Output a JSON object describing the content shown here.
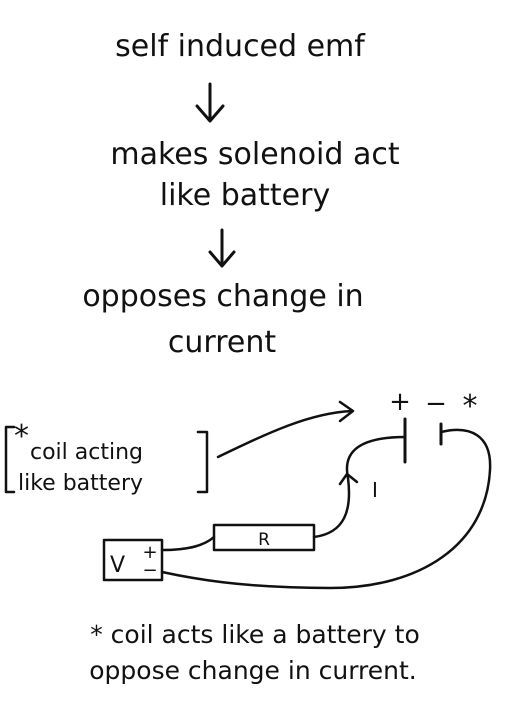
{
  "flow": {
    "step1": "self induced emf",
    "step2_line1": "makes solenoid act",
    "step2_line2": "like battery",
    "step3_line1": "opposes change in",
    "step3_line2": "current"
  },
  "circuit": {
    "callout_star": "*",
    "callout_line1": "coil acting",
    "callout_line2": "like battery",
    "battery_plus": "+",
    "battery_minus": "−",
    "battery_star": "*",
    "current_label": "I",
    "resistor_label": "R",
    "source_label": "V",
    "source_plus": "+",
    "source_minus": "−"
  },
  "footnote": {
    "line1": "* coil acts like a battery to",
    "line2": "oppose change in current."
  },
  "colors": {
    "ink": "#111111",
    "paper": "#ffffff"
  }
}
